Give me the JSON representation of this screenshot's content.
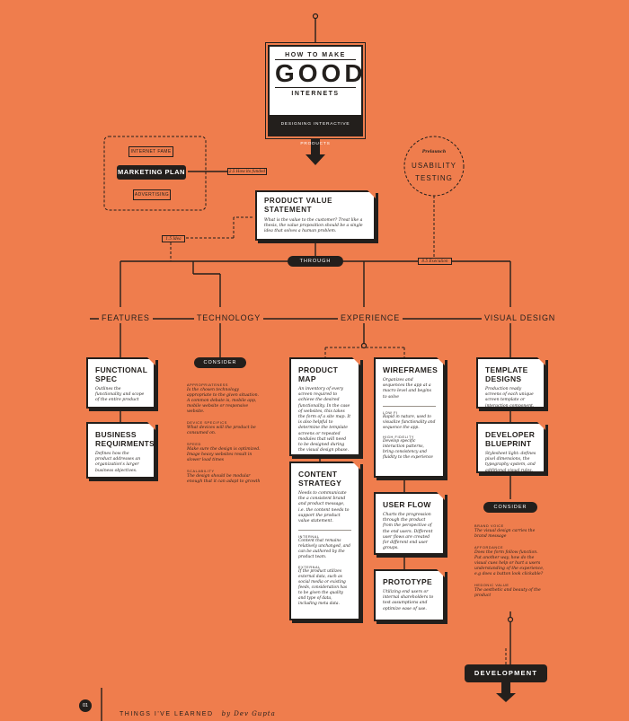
{
  "header": {
    "how_to_make": "HOW TO MAKE",
    "good": "GOOD",
    "internets": "INTERNETS",
    "subtitle": "DESIGNING INTERACTIVE PRODUCTS"
  },
  "marketing": {
    "internet_fame": "INTERNET FAME",
    "plan": "MARKETING PLAN",
    "advertising": "ADVERTISING",
    "connector": "2.5 How its funded"
  },
  "usability": {
    "prelaunch": "Prelaunch",
    "title_line1": "USABILITY",
    "title_line2": "TESTING"
  },
  "value": {
    "title": "PRODUCT VALUE STATEMENT",
    "desc": "What is the value to the customer? Treat like a thesis, the value proposition should be a single idea that solves a human problem.",
    "idea_tag": "1.5 Idea",
    "through": "THROUGH",
    "execution_tag": "8.5 Execution"
  },
  "categories": {
    "features": "FEATURES",
    "technology": "TECHNOLOGY",
    "experience": "EXPERIENCE",
    "visual_design": "VISUAL DESIGN"
  },
  "cards": {
    "functional_spec": {
      "title": "FUNCTIONAL SPEC",
      "desc": "Outlines the functionality and scope of the entire product"
    },
    "business_req": {
      "title": "BUSINESS REQUIRMENTS",
      "desc": "Defines how the product addresses an organization's larger business objectives."
    },
    "product_map": {
      "title": "PRODUCT MAP",
      "desc": "An inventory of every screen required to achieve the desired functionality. In the case of websites, this takes the form of a site map. It is also helpful to determine the template screens or repeated modules that will need to be designed during the visual design phase."
    },
    "content_strategy": {
      "title": "CONTENT STRATEGY",
      "desc": "Needs to communicate the a consistent brand and product message, i.e. the content needs to support the product value statement.",
      "internal_h": "INTERNAL",
      "internal": "Content that remains relatively unchanged, and can be authored by the product team.",
      "external_h": "EXTERNAL",
      "external": "If the product utilizes external data, such as social media or existing feeds, consideration has to be given the quality and type of data, including meta data."
    },
    "wireframes": {
      "title": "WIREFRAMES",
      "desc": "Organizes and sequences the app at a macro level and begins to solve",
      "lofi_h": "LOW FI",
      "lofi": "Rapid in nature, used to visualize functionality and sequence the app.",
      "hifi_h": "HIGH FIDELITY",
      "hifi": "Develop specific interaction patterns, bring consistency and fluidity to the experience"
    },
    "user_flow": {
      "title": "USER FLOW",
      "desc": "Charts the progression through the product from the perspective of the end users. Different user flows are created for different end user groups."
    },
    "prototype": {
      "title": "PROTOTYPE",
      "desc": "Utilizing end users or internal shareholders to test assumptions and optimize ease of use."
    },
    "template_designs": {
      "title": "TEMPLATE DESIGNS",
      "desc": "Production ready screens of each unique screen template or interaction component."
    },
    "dev_blueprint": {
      "title": "DEVELOPER BLUEPRINT",
      "desc": "Stylesheet light: defines pixel dimensions, the typography system, and additional visual rules."
    }
  },
  "tech_consider": {
    "label": "CONSIDER",
    "items": [
      {
        "h": "APPROPRIATENESS",
        "t": "Is the chosen technology appropriate to the given situation. A common debate is, mobile app, mobile website or responsive website."
      },
      {
        "h": "DEVICE SPECIFICS",
        "t": "What devices will the product be consumed on."
      },
      {
        "h": "SPEED",
        "t": "Make sure the design is optimized. Image heavy websites result in slower load times"
      },
      {
        "h": "SCALABILITY",
        "t": "The design should be modular enough that it can adapt to growth"
      }
    ]
  },
  "visual_consider": {
    "label": "CONSIDER",
    "items": [
      {
        "h": "BRAND VOICE",
        "t": "The visual design carries the brand message"
      },
      {
        "h": "AFFORDANCE",
        "t": "Does the form follow function. Put another way, how do the visual cues help or hurt a users understanding of the experience, e.g does a button look clickable?"
      },
      {
        "h": "HEDONIC VALUE",
        "t": "The aesthetic and beauty of the product"
      }
    ]
  },
  "development": "DEVELOPMENT",
  "footer": {
    "page": "01",
    "title": "THINGS I'VE LEARNED",
    "by": "by Dev Gupta"
  }
}
